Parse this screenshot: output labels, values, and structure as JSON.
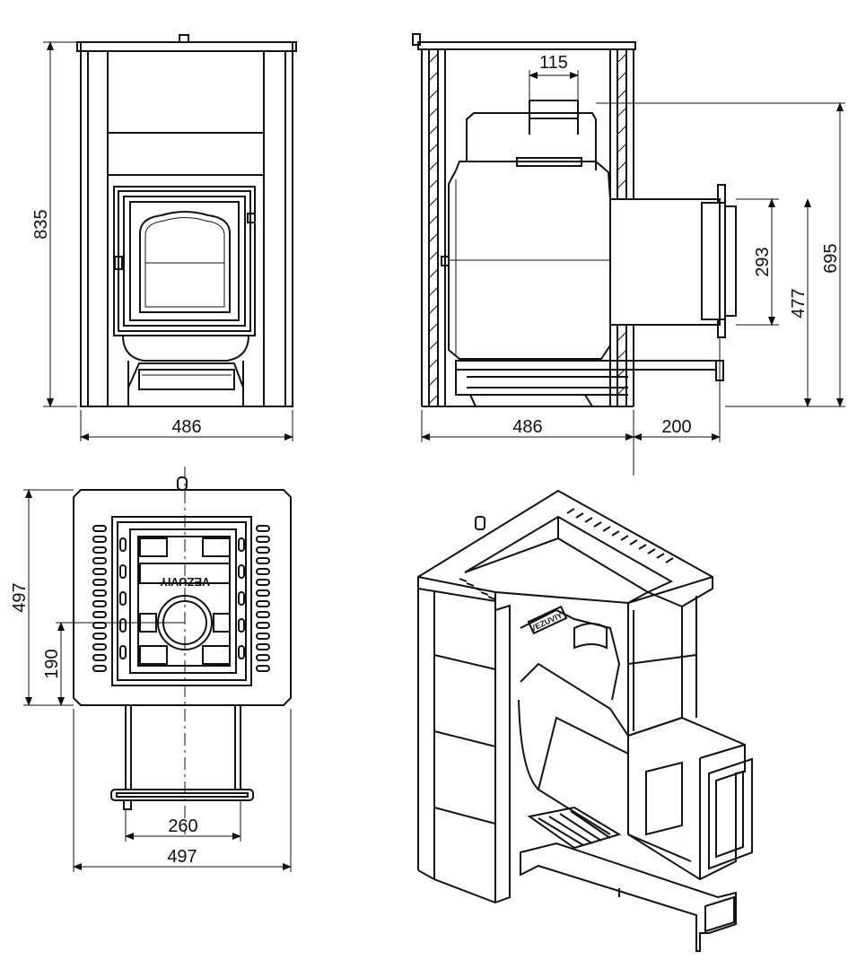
{
  "front_view": {
    "height_label": "835",
    "width_label": "486"
  },
  "side_view": {
    "top_pipe_label": "115",
    "tunnel_height_label": "293",
    "tunnel_bottom_label": "477",
    "total_height_label": "695",
    "depth_label": "486",
    "tunnel_length_label": "200"
  },
  "top_view": {
    "depth_label": "497",
    "pipe_offset_label": "190",
    "tunnel_width_label": "260",
    "width_label": "497",
    "brand_text": "VEZUVIY"
  },
  "iso_view": {
    "brand_text": "VEZUVIY"
  }
}
